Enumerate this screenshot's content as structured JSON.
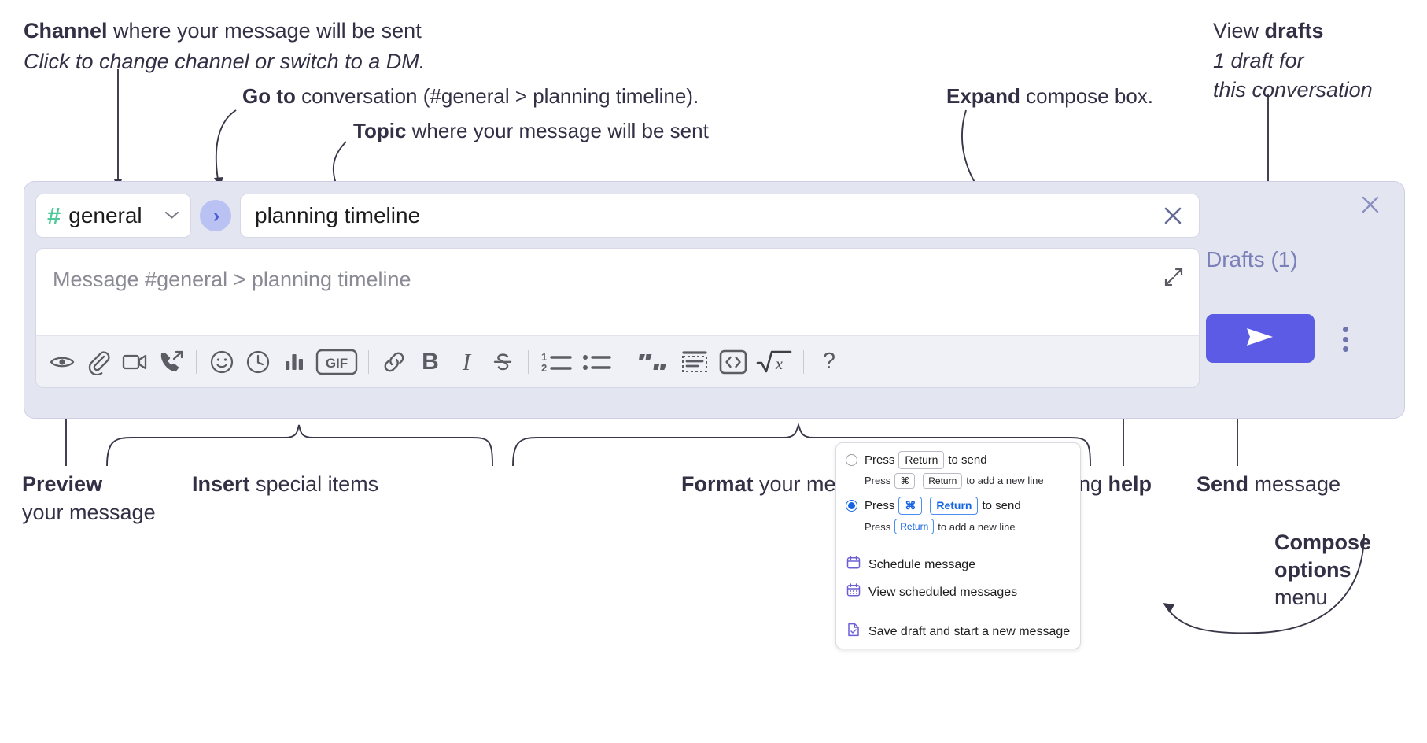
{
  "annotations": {
    "channel": {
      "line1_bold": "Channel",
      "line1_rest": " where your message will be sent",
      "line2_italic": "Click to change channel or switch to a DM."
    },
    "goto": {
      "bold": "Go to",
      "rest": " conversation (#general > planning timeline)."
    },
    "topic": {
      "bold": "Topic",
      "rest": " where your message will be sent"
    },
    "expand": {
      "bold": "Expand",
      "rest": " compose box."
    },
    "drafts": {
      "line1_plain": "View ",
      "line1_bold": "drafts",
      "line2_italic": "1 draft for",
      "line3_italic": "this conversation"
    },
    "preview": {
      "bold": "Preview",
      "rest": "your message"
    },
    "insert": {
      "bold": "Insert",
      "rest": " special items"
    },
    "format": {
      "bold": "Format",
      "rest": " your message"
    },
    "help": {
      "plain": "Formatting ",
      "bold": "help"
    },
    "send": {
      "bold": "Send",
      "rest": " message"
    },
    "compose_options": {
      "bold1": "Compose",
      "bold2": "options",
      "rest": "menu"
    }
  },
  "compose": {
    "channel": {
      "hash": "#",
      "name": "general",
      "caret": "chevron-down"
    },
    "goto_button": {
      "glyph": "›"
    },
    "topic": {
      "value": "planning timeline",
      "clear": "close-icon"
    },
    "message": {
      "placeholder": "Message #general > planning timeline"
    },
    "expand": {
      "label": "expand-icon"
    },
    "toolbar": [
      {
        "name": "preview-icon",
        "label": "eye",
        "kind": "svg"
      },
      {
        "name": "attachment-icon",
        "label": "paperclip",
        "kind": "svg"
      },
      {
        "name": "video-icon",
        "label": "video camera",
        "kind": "svg"
      },
      {
        "name": "huddle-icon",
        "label": "phone arrow",
        "kind": "svg"
      },
      {
        "name": "separator-1",
        "label": "|",
        "kind": "sep"
      },
      {
        "name": "emoji-icon",
        "label": "smiley",
        "kind": "svg"
      },
      {
        "name": "reminder-icon",
        "label": "clock",
        "kind": "svg"
      },
      {
        "name": "poll-icon",
        "label": "bar chart",
        "kind": "svg"
      },
      {
        "name": "gif-icon",
        "label": "GIF",
        "kind": "txt"
      },
      {
        "name": "separator-2",
        "label": "|",
        "kind": "sep"
      },
      {
        "name": "link-icon",
        "label": "chain link",
        "kind": "svg"
      },
      {
        "name": "bold-icon",
        "label": "B",
        "kind": "txt"
      },
      {
        "name": "italic-icon",
        "label": "I",
        "kind": "txt"
      },
      {
        "name": "strikethrough-icon",
        "label": "S",
        "kind": "svg"
      },
      {
        "name": "separator-3",
        "label": "|",
        "kind": "sep"
      },
      {
        "name": "ordered-list-icon",
        "label": "1 2 list",
        "kind": "svg"
      },
      {
        "name": "bulleted-list-icon",
        "label": "bullet list",
        "kind": "svg"
      },
      {
        "name": "separator-4",
        "label": "|",
        "kind": "sep"
      },
      {
        "name": "blockquote-icon",
        "label": "quotes",
        "kind": "svg"
      },
      {
        "name": "code-block-icon",
        "label": "code block",
        "kind": "svg"
      },
      {
        "name": "code-icon",
        "label": "<>",
        "kind": "svg"
      },
      {
        "name": "latex-icon",
        "label": "sqrt x",
        "kind": "svg"
      },
      {
        "name": "separator-5",
        "label": "|",
        "kind": "sep"
      },
      {
        "name": "formatting-help-icon",
        "label": "?",
        "kind": "txt"
      }
    ],
    "rail": {
      "close": "close-icon",
      "drafts_label": "Drafts (1)",
      "send_label": "send-icon",
      "options_label": "kebab-menu-icon"
    }
  },
  "menu": {
    "options": [
      {
        "selected": false,
        "press": "Press",
        "key1": "Return",
        "tail": "to send",
        "sub_press": "Press",
        "sub_key1": "⌘",
        "sub_key2": "Return",
        "sub_tail": "to add a new line"
      },
      {
        "selected": true,
        "press": "Press",
        "key1": "⌘",
        "key2": "Return",
        "tail": "to send",
        "sub_press": "Press",
        "sub_key1": "Return",
        "sub_tail": "to add a new line"
      }
    ],
    "items": [
      {
        "icon": "calendar-clock-icon",
        "label": "Schedule message"
      },
      {
        "icon": "calendar-grid-icon",
        "label": "View scheduled messages"
      },
      {
        "icon": "draft-check-icon",
        "label": "Save draft and start a new message"
      }
    ]
  },
  "colors": {
    "slack_green": "#4ec99a",
    "accent_blue": "#5b5be5",
    "panel_bg": "#e3e5f1",
    "toolbar_bg": "#f0f1f7",
    "anno_text": "#332f45",
    "drafts_text": "#7a7fb8",
    "menu_blue": "#1264e3"
  }
}
